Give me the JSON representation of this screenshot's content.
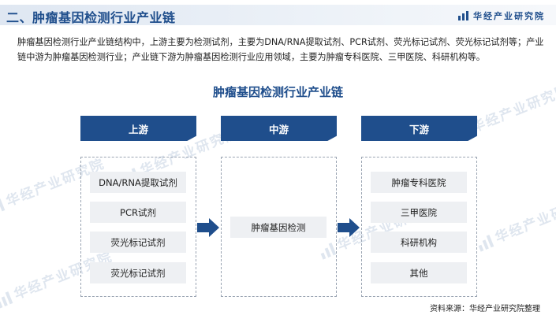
{
  "header": {
    "section_title": "二、肿瘤基因检测行业产业链",
    "brand": "华经产业研究院"
  },
  "intro": "肿瘤基因检测行业产业链结构中，上游主要为检测试剂，主要为DNA/RNA提取试剂、PCR试剂、荧光标记试剂、荧光标记试剂等；产业链中游为肿瘤基因检测行业；产业链下游为肿瘤基因检测行业应用领域，主要为肿瘤专科医院、三甲医院、科研机构等。",
  "diagram": {
    "title": "肿瘤基因检测行业产业链",
    "stages": [
      {
        "label": "上游",
        "items": [
          "DNA/RNA提取试剂",
          "PCR试剂",
          "荧光标记试剂",
          "荧光标记试剂"
        ]
      },
      {
        "label": "中游",
        "items": [
          "肿瘤基因检测"
        ]
      },
      {
        "label": "下游",
        "items": [
          "肿瘤专科医院",
          "三甲医院",
          "科研机构",
          "其他"
        ]
      }
    ]
  },
  "watermark": "华经产业研究院",
  "source": "资料来源：华经产业研究院整理",
  "colors": {
    "primary": "#1f4e8c",
    "item_bg": "#eef0f3",
    "header_bg": "#dfe7f2"
  }
}
